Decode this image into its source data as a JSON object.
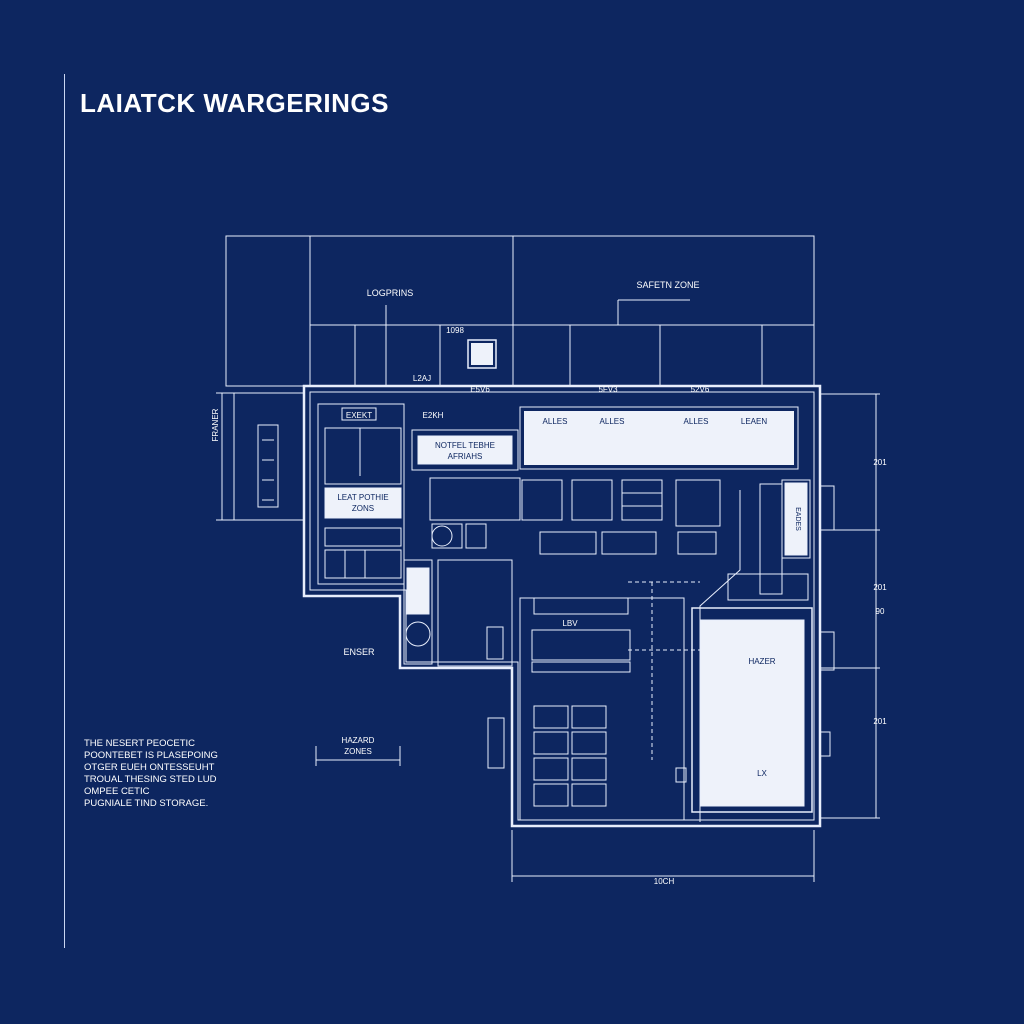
{
  "title": "LAIATCK WARGERINGS",
  "labels": {
    "logistics": "LOGPRINS",
    "safety_zone": "SAFETN ZONE",
    "top_small_1": "1098",
    "top_small_2": "L2AJ",
    "top_small_3": "E5V6",
    "top_small_4": "5FV3",
    "top_small_5": "52V6",
    "left_vertical": "FRANER",
    "left_room_top": "EXEKT",
    "left_room_label_1": "LEAT POTHIE",
    "left_room_label_2": "ZONS",
    "center_top_small": "E2KH",
    "center_box_1": "NOTFEL TEBHE",
    "center_box_2": "AFRIAHS",
    "banner_1": "ALLES",
    "banner_2": "ALLES",
    "banner_3": "ALLES",
    "banner_4": "LEAEN",
    "eniser": "ENSER",
    "hazard_zone_1": "HAZARD",
    "hazard_zone_2": "ZONES",
    "lbv": "LBV",
    "hazer": "HAZER",
    "lx": "LX",
    "right_vertical": "EADES",
    "dim_right_1": "201",
    "dim_right_2": "201",
    "dim_right_3": "90",
    "dim_right_4": "201",
    "dim_bottom": "10CH"
  },
  "note": [
    "THE NESERT PEOCETIC",
    "POONTEBET IS PLASEPOING",
    "OTGER EUEH ONTESSEUHT",
    "TROUAL THESING STED LUD",
    "OMPEE CETIC",
    "PUGNIALE TIND STORAGE."
  ],
  "colors": {
    "background": "#0d2660",
    "line": "#e8eefc",
    "fill_light": "#eef2fa"
  }
}
